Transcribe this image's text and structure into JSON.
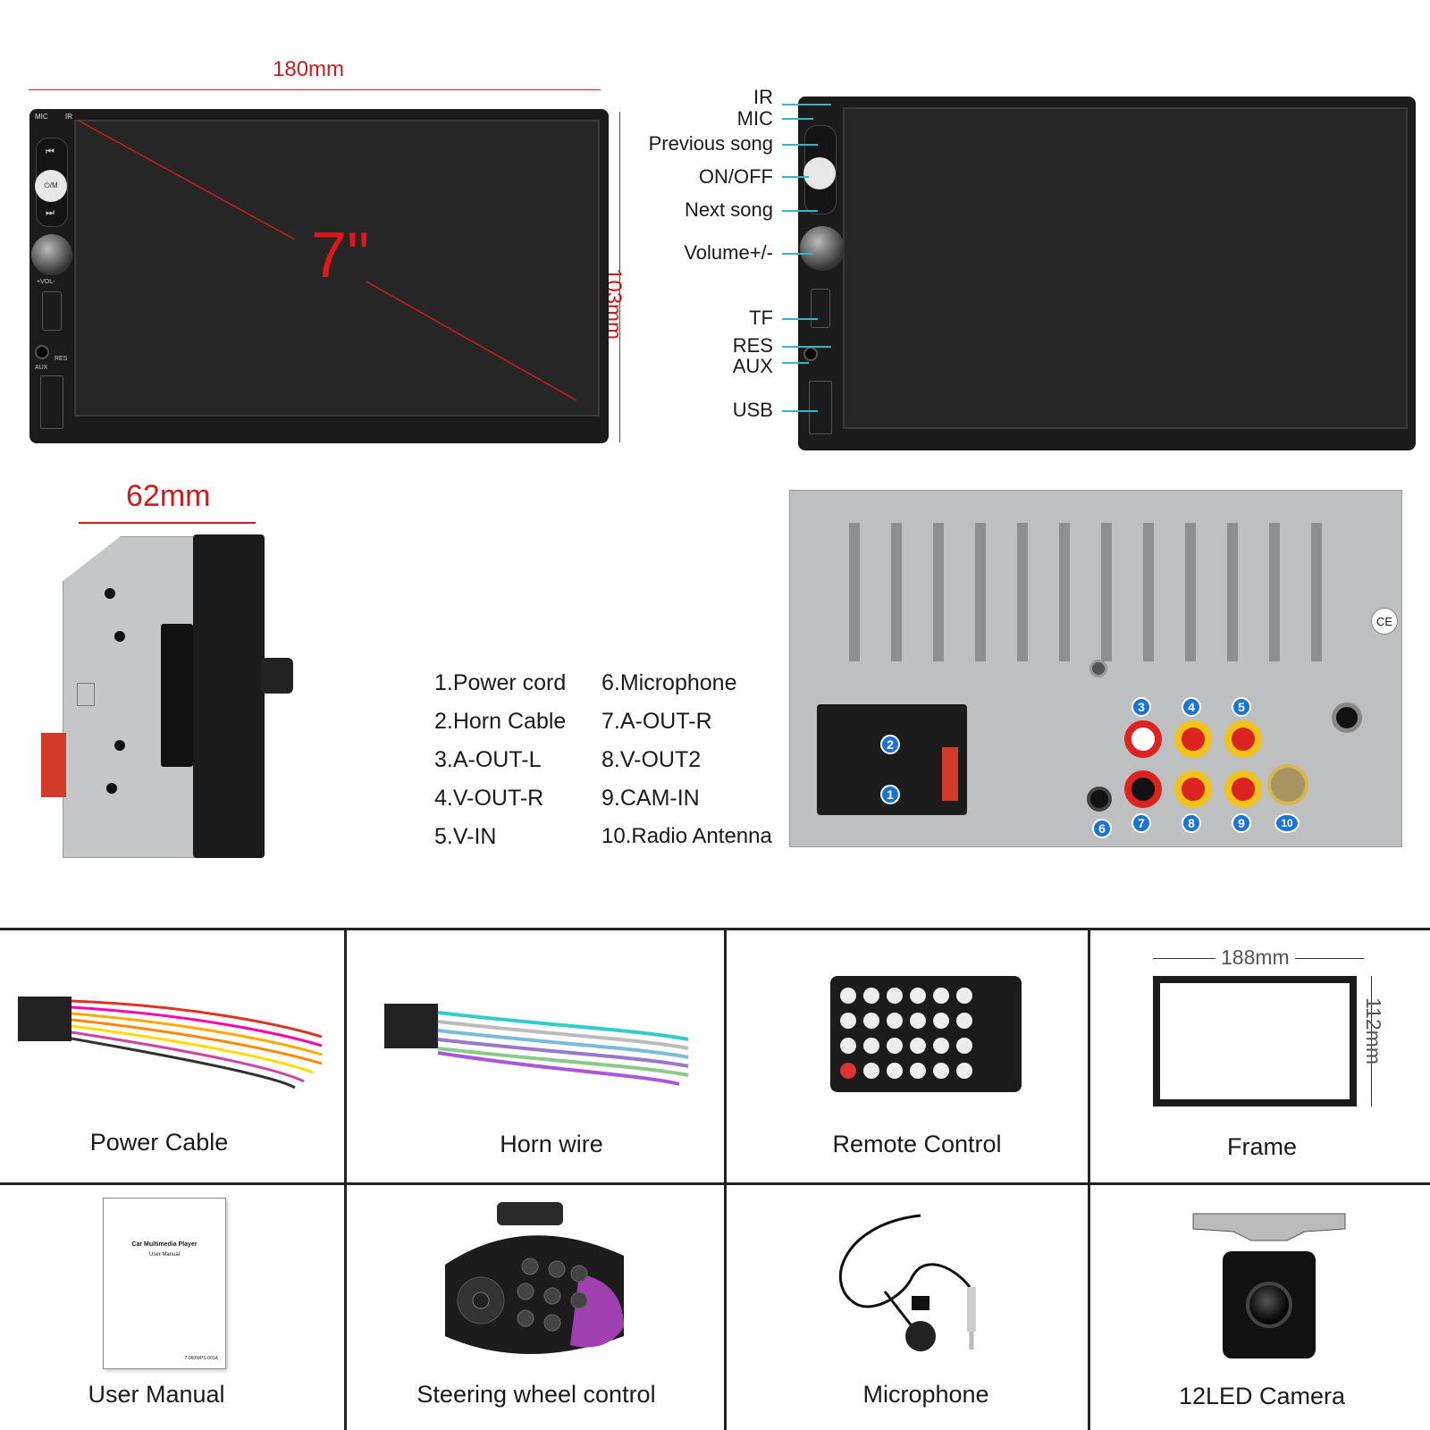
{
  "front": {
    "width_label": "180mm",
    "height_label": "103mm",
    "diagonal_label": "7\"",
    "mic_tag": "MIC",
    "ir_tag": "IR",
    "pm_tag": "⏻/M",
    "vol_tag": "+VOL-",
    "aux_tag": "AUX",
    "res_tag": "RES"
  },
  "callouts": {
    "ir": "IR",
    "mic": "MIC",
    "prev": "Previous song",
    "onoff": "ON/OFF",
    "next": "Next song",
    "volume": "Volume+/-",
    "tf": "TF",
    "res": "RES",
    "aux": "AUX",
    "usb": "USB"
  },
  "side": {
    "depth_label": "62mm"
  },
  "legend": {
    "col1": [
      "1.Power cord",
      "2.Horn Cable",
      "3.A-OUT-L",
      "4.V-OUT-R",
      "5.V-IN"
    ],
    "col2": [
      "6.Microphone",
      "7.A-OUT-R",
      "8.V-OUT2",
      "9.CAM-IN",
      "10.Radio Antenna"
    ]
  },
  "rear_badges": [
    "1",
    "2",
    "3",
    "4",
    "5",
    "6",
    "7",
    "8",
    "9",
    "10"
  ],
  "accessories": {
    "row1": [
      "Power Cable",
      "Horn wire",
      "Remote Control",
      "Frame"
    ],
    "row2": [
      "User Manual",
      "Steering wheel control",
      "Microphone",
      "12LED Camera"
    ]
  },
  "frame_dims": {
    "width": "188mm",
    "height": "112mm"
  },
  "manual": {
    "title": "Car Multimedia Player",
    "subtitle": "User Manual",
    "code": "7-060WPS-001A"
  },
  "colors": {
    "accent_red": "#d11a1a",
    "callout": "#37b4c8",
    "badge": "#1a73d9",
    "unit_body": "#1b1b1b",
    "chassis": "#b9bbbd"
  }
}
